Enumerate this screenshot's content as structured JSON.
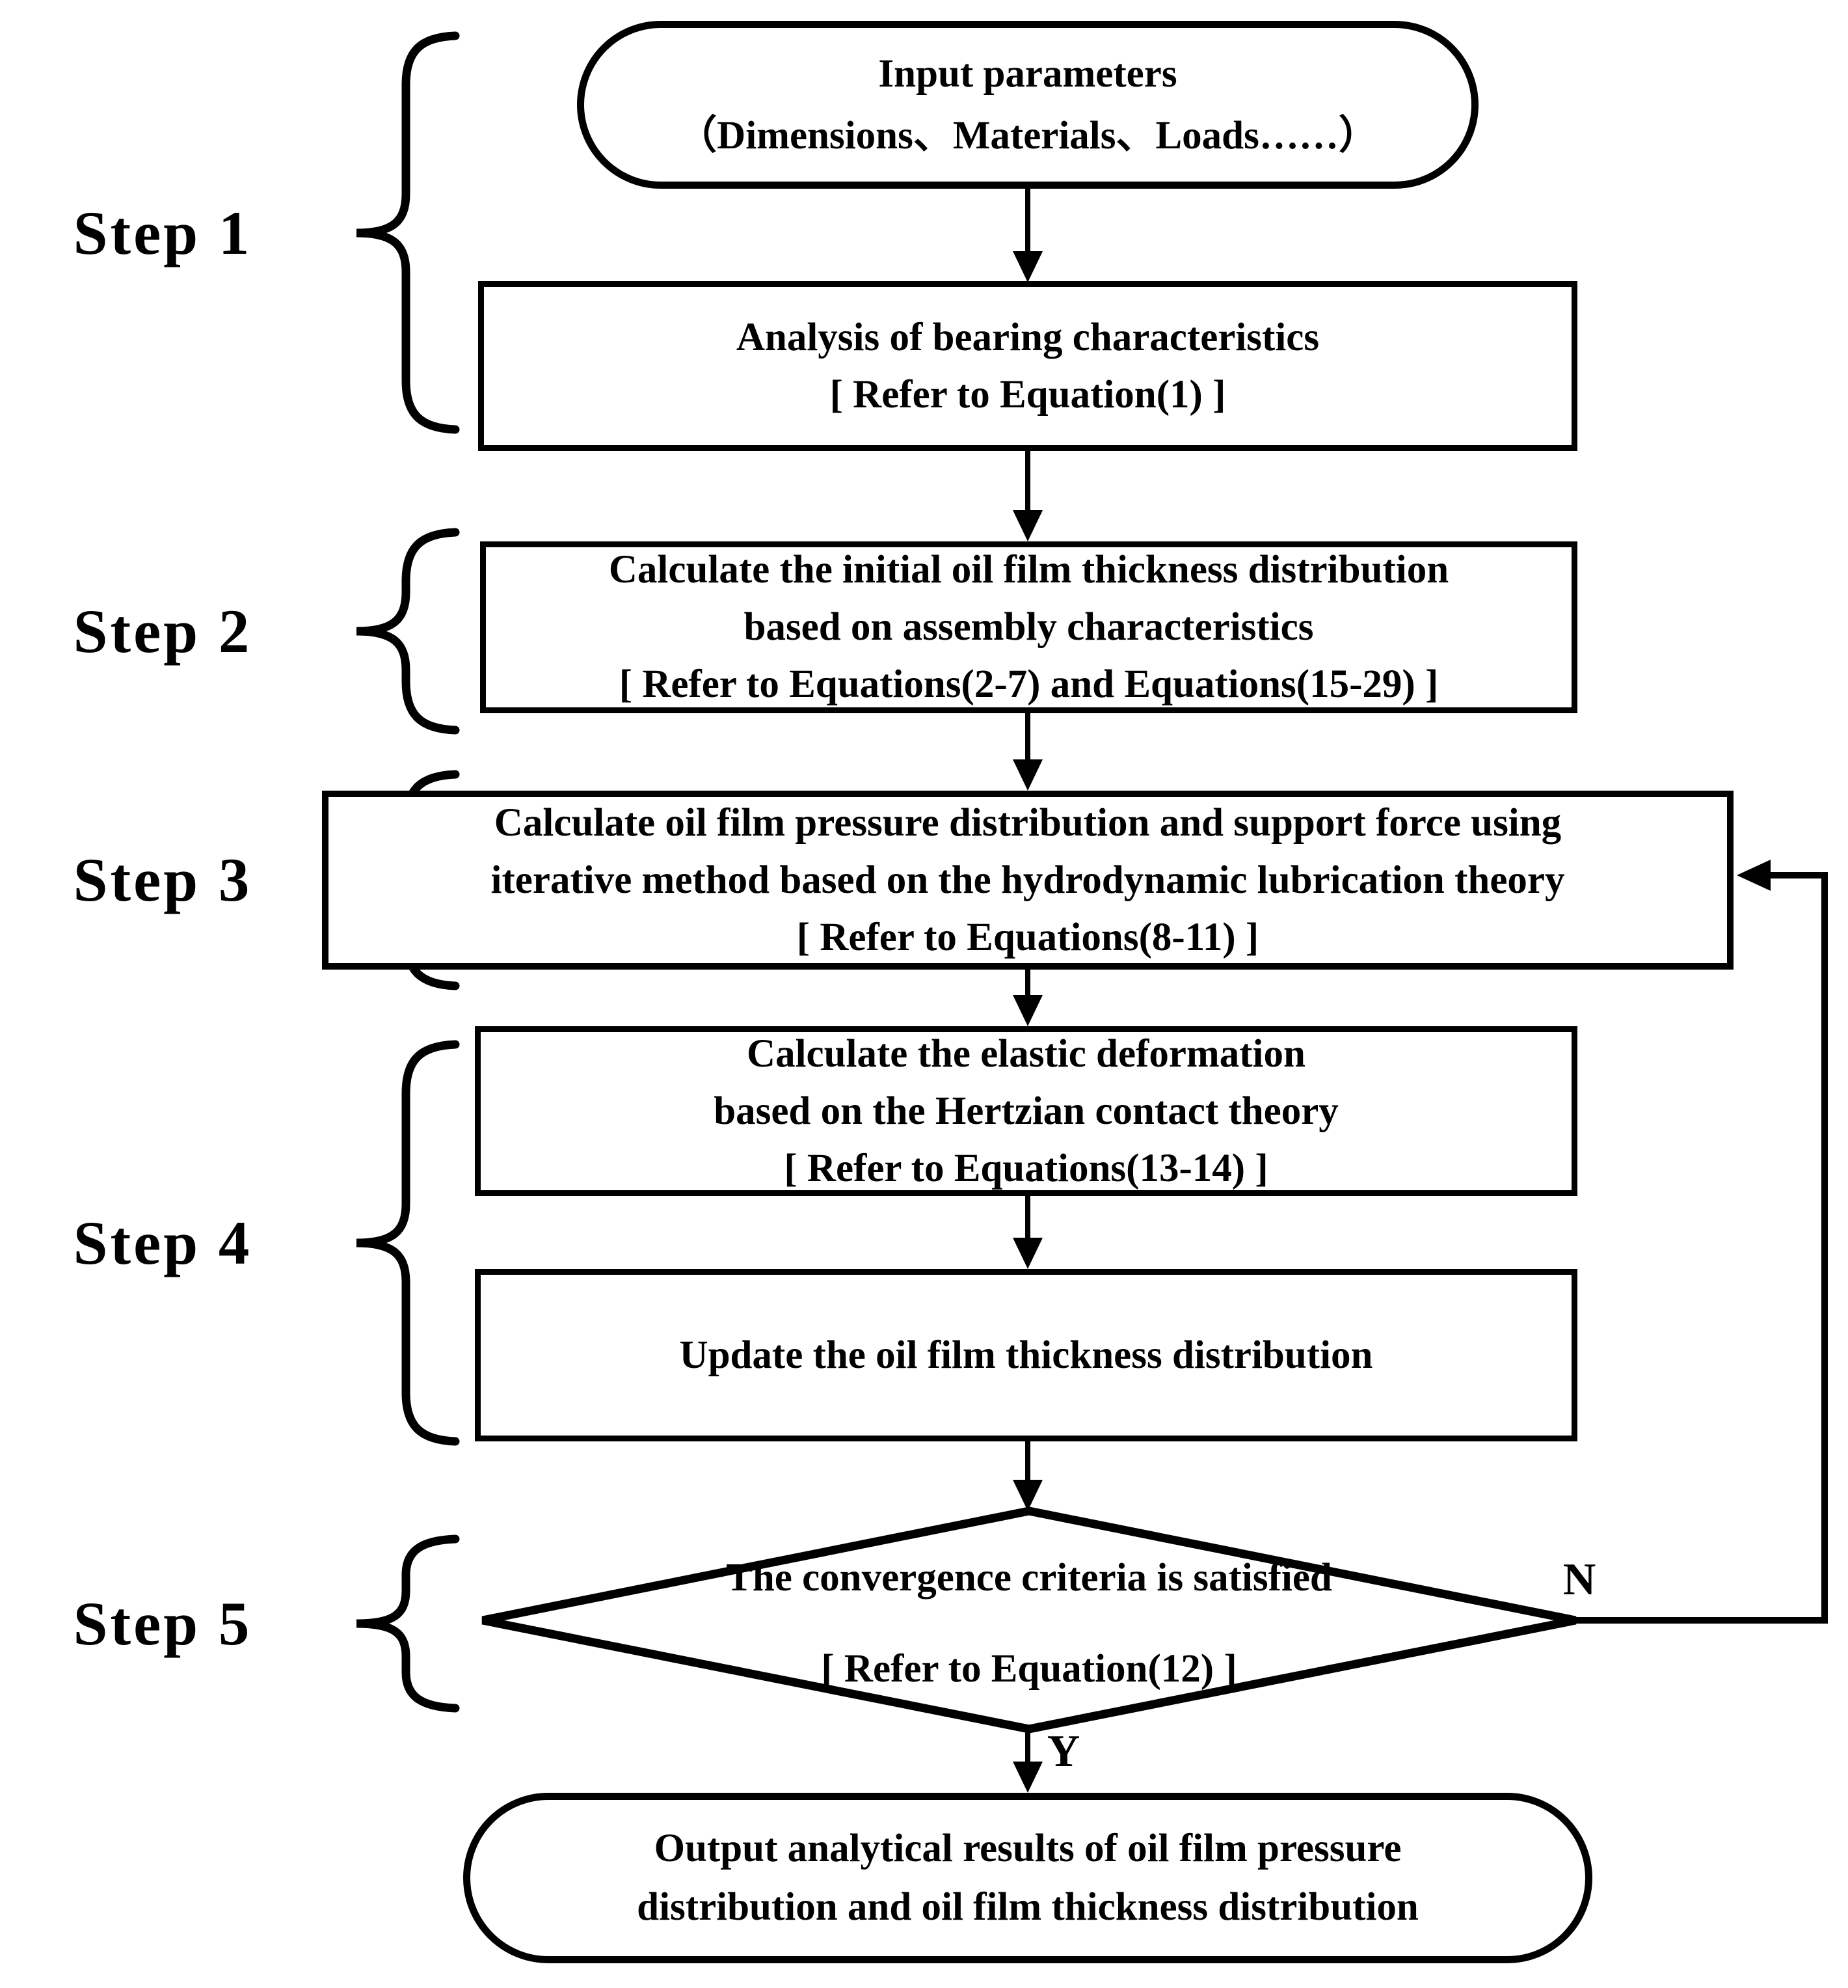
{
  "figure": {
    "colors": {
      "ink": "#000000",
      "background": "#ffffff"
    },
    "step_labels": [
      "Step 1",
      "Step 2",
      "Step 3",
      "Step 4",
      "Step 5"
    ],
    "nodes": {
      "start": {
        "type": "terminator",
        "lines": [
          "Input parameters",
          "（Dimensions、Materials、Loads……）"
        ]
      },
      "bearing_analysis": {
        "type": "process",
        "lines": [
          "Analysis of bearing characteristics",
          "[ Refer to Equation(1) ]"
        ]
      },
      "initial_thickness": {
        "type": "process",
        "lines": [
          "Calculate the initial oil film thickness distribution",
          "based on assembly characteristics",
          "[ Refer to Equations(2-7) and Equations(15-29) ]"
        ]
      },
      "pressure_iteration": {
        "type": "process",
        "lines": [
          "Calculate oil film pressure distribution and support force using",
          "iterative method based on the hydrodynamic lubrication theory",
          "[ Refer to Equations(8-11) ]"
        ]
      },
      "elastic_deformation": {
        "type": "process",
        "lines": [
          "Calculate the elastic deformation",
          "based on the Hertzian contact theory",
          "[ Refer to Equations(13-14) ]"
        ]
      },
      "update_thickness": {
        "type": "process",
        "lines": [
          "Update the oil film thickness distribution"
        ]
      },
      "convergence_decision": {
        "type": "decision",
        "lines": [
          "The convergence criteria is satisfied",
          "[ Refer to Equation(12) ]"
        ]
      },
      "output": {
        "type": "terminator",
        "lines": [
          "Output analytical results of oil film pressure",
          "distribution and oil film thickness distribution"
        ]
      }
    },
    "branch_labels": {
      "no": "N",
      "yes": "Y"
    }
  }
}
